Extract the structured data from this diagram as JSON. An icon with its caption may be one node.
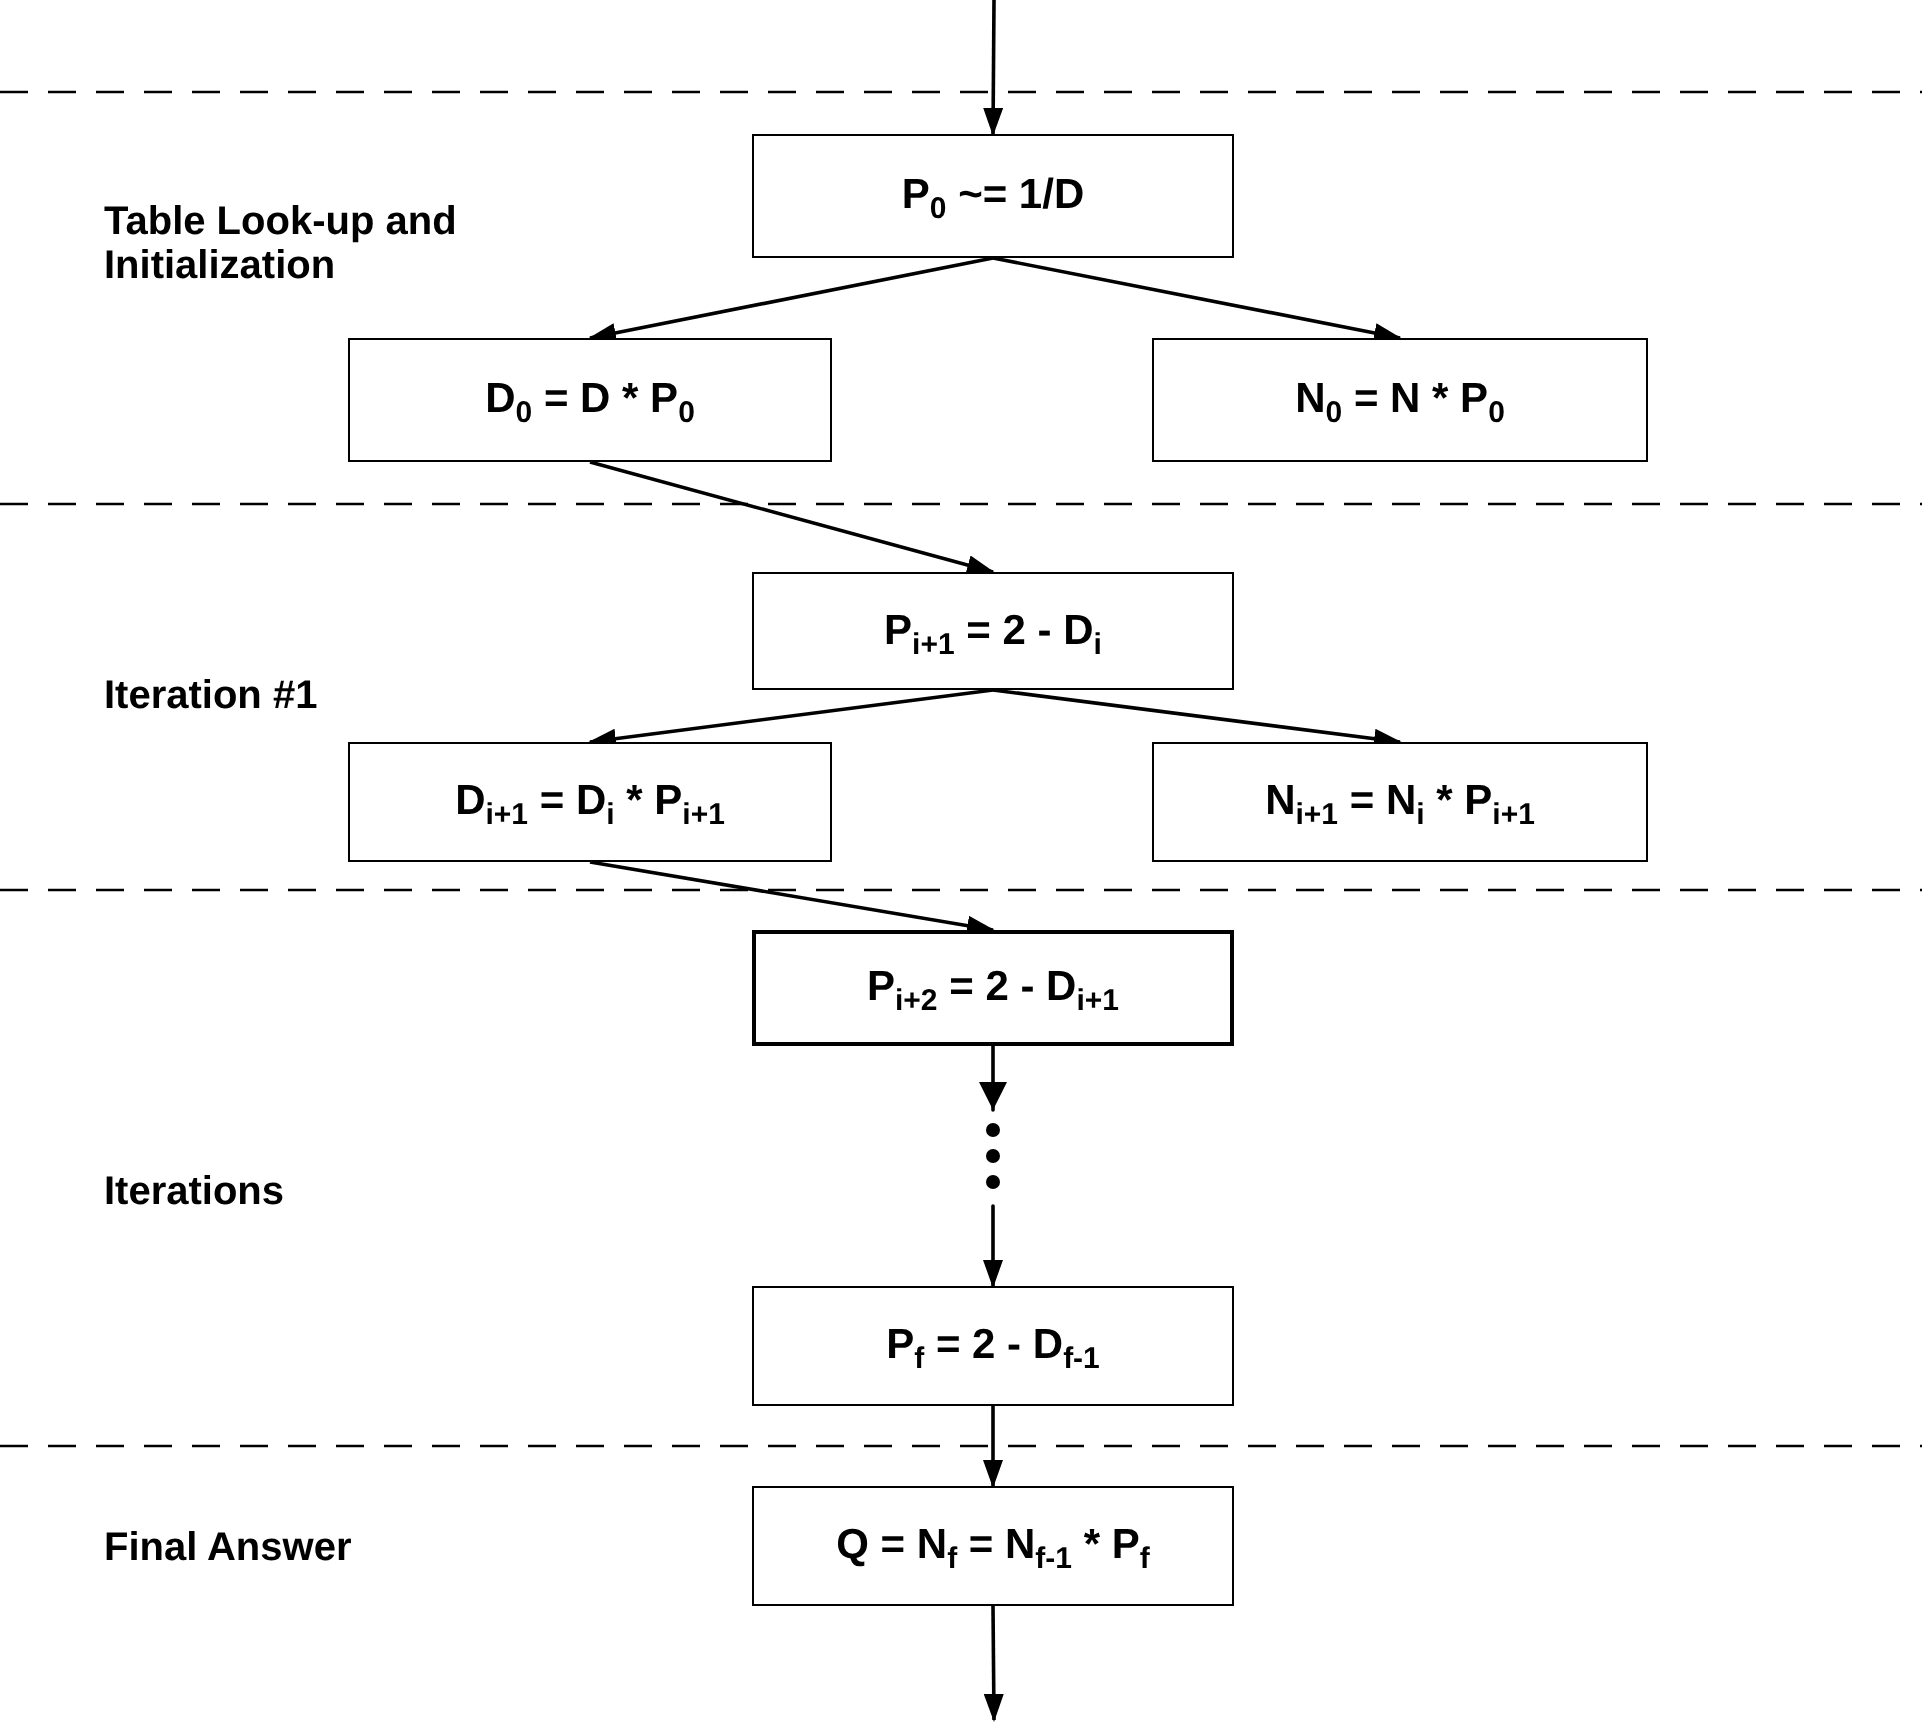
{
  "diagram": {
    "nodes": [
      {
        "text": [
          "P$_{0}$ ~= 1/D"
        ]
      },
      {
        "text": [
          "D$_{0}$ = D * P$_{0}$"
        ]
      },
      {
        "text": [
          "N$_{0}$ = N * P$_{0}$"
        ]
      },
      {
        "text": [
          "P$_{i+1}$ = 2 - D$_{i}$"
        ]
      },
      {
        "text": [
          "D$_{i+1}$ = D$_{i}$ * P$_{i+1}$"
        ]
      },
      {
        "text": [
          "N$_{i+1}$ = N$_{i}$ * P$_{i+1}$"
        ]
      },
      {
        "text": [
          "P$_{i+2}$ = 2 - D$_{i+1}$"
        ]
      },
      {
        "text": [
          "P$_{f}$ = 2 - D$_{f-1}$"
        ]
      },
      {
        "text": [
          "Q = N$_{f}$ = N$_{f-1}$ * P$_{f}$"
        ]
      }
    ],
    "edges": [
      {
        "from": null,
        "to": 0,
        "arrow": "to"
      },
      {
        "from": 0,
        "to": 1,
        "arrow": "to"
      },
      {
        "from": 0,
        "to": 2,
        "arrow": "to"
      },
      {
        "from": 1,
        "to": 3,
        "arrow": "to"
      },
      {
        "from": 3,
        "to": 4,
        "arrow": "to"
      },
      {
        "from": 3,
        "to": 5,
        "arrow": "to"
      },
      {
        "from": 4,
        "to": 6,
        "arrow": "to"
      },
      {
        "from": 6,
        "to": 7,
        "arrow": "to",
        "style": "dashed"
      },
      {
        "from": 7,
        "to": 8,
        "arrow": "to"
      },
      {
        "from": 8,
        "to": null,
        "arrow": "to"
      }
    ],
    "labels": [
      "Table Look-up and Initialization",
      "Iteration #1",
      "Iterations",
      "Final Answer"
    ]
  }
}
